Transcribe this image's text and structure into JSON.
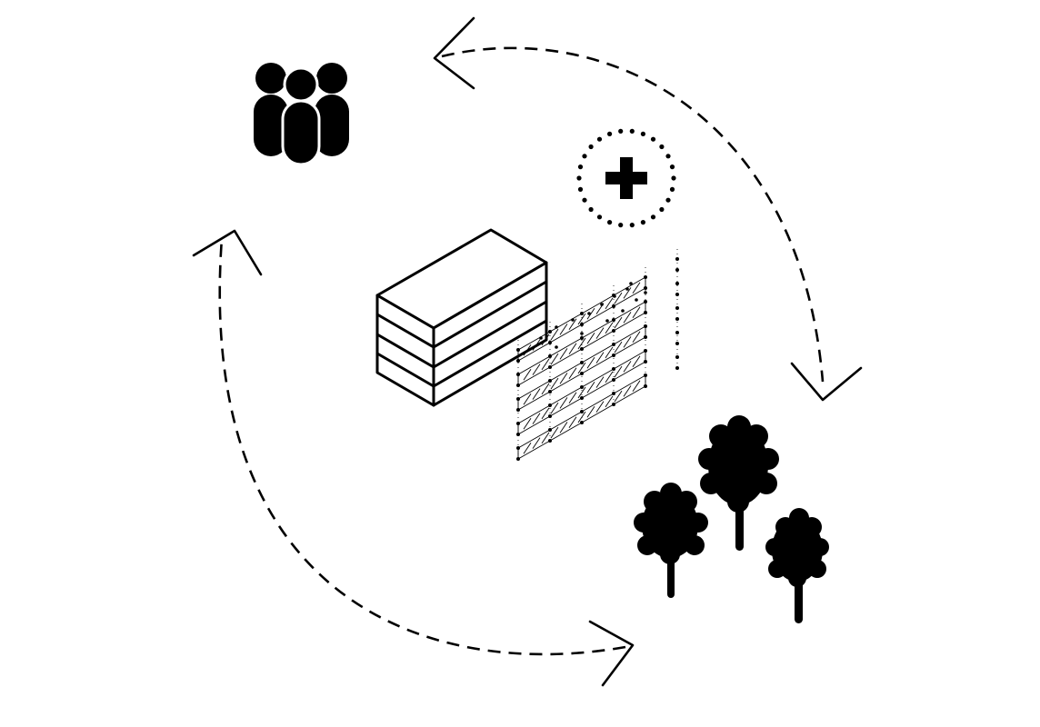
{
  "diagram": {
    "nodes": [
      {
        "id": "people",
        "icon": "people-group-icon"
      },
      {
        "id": "health",
        "icon": "plus-cross-icon"
      },
      {
        "id": "building",
        "icon": "stacked-building-icon"
      },
      {
        "id": "landscape",
        "icon": "trees-icon"
      }
    ],
    "cycle": [
      {
        "from": "landscape",
        "to": "people",
        "style": "dashed-arc"
      },
      {
        "from": "people",
        "to": "landscape",
        "style": "dashed-arc"
      }
    ],
    "colors": {
      "ink": "#000000",
      "background": "#ffffff"
    }
  }
}
